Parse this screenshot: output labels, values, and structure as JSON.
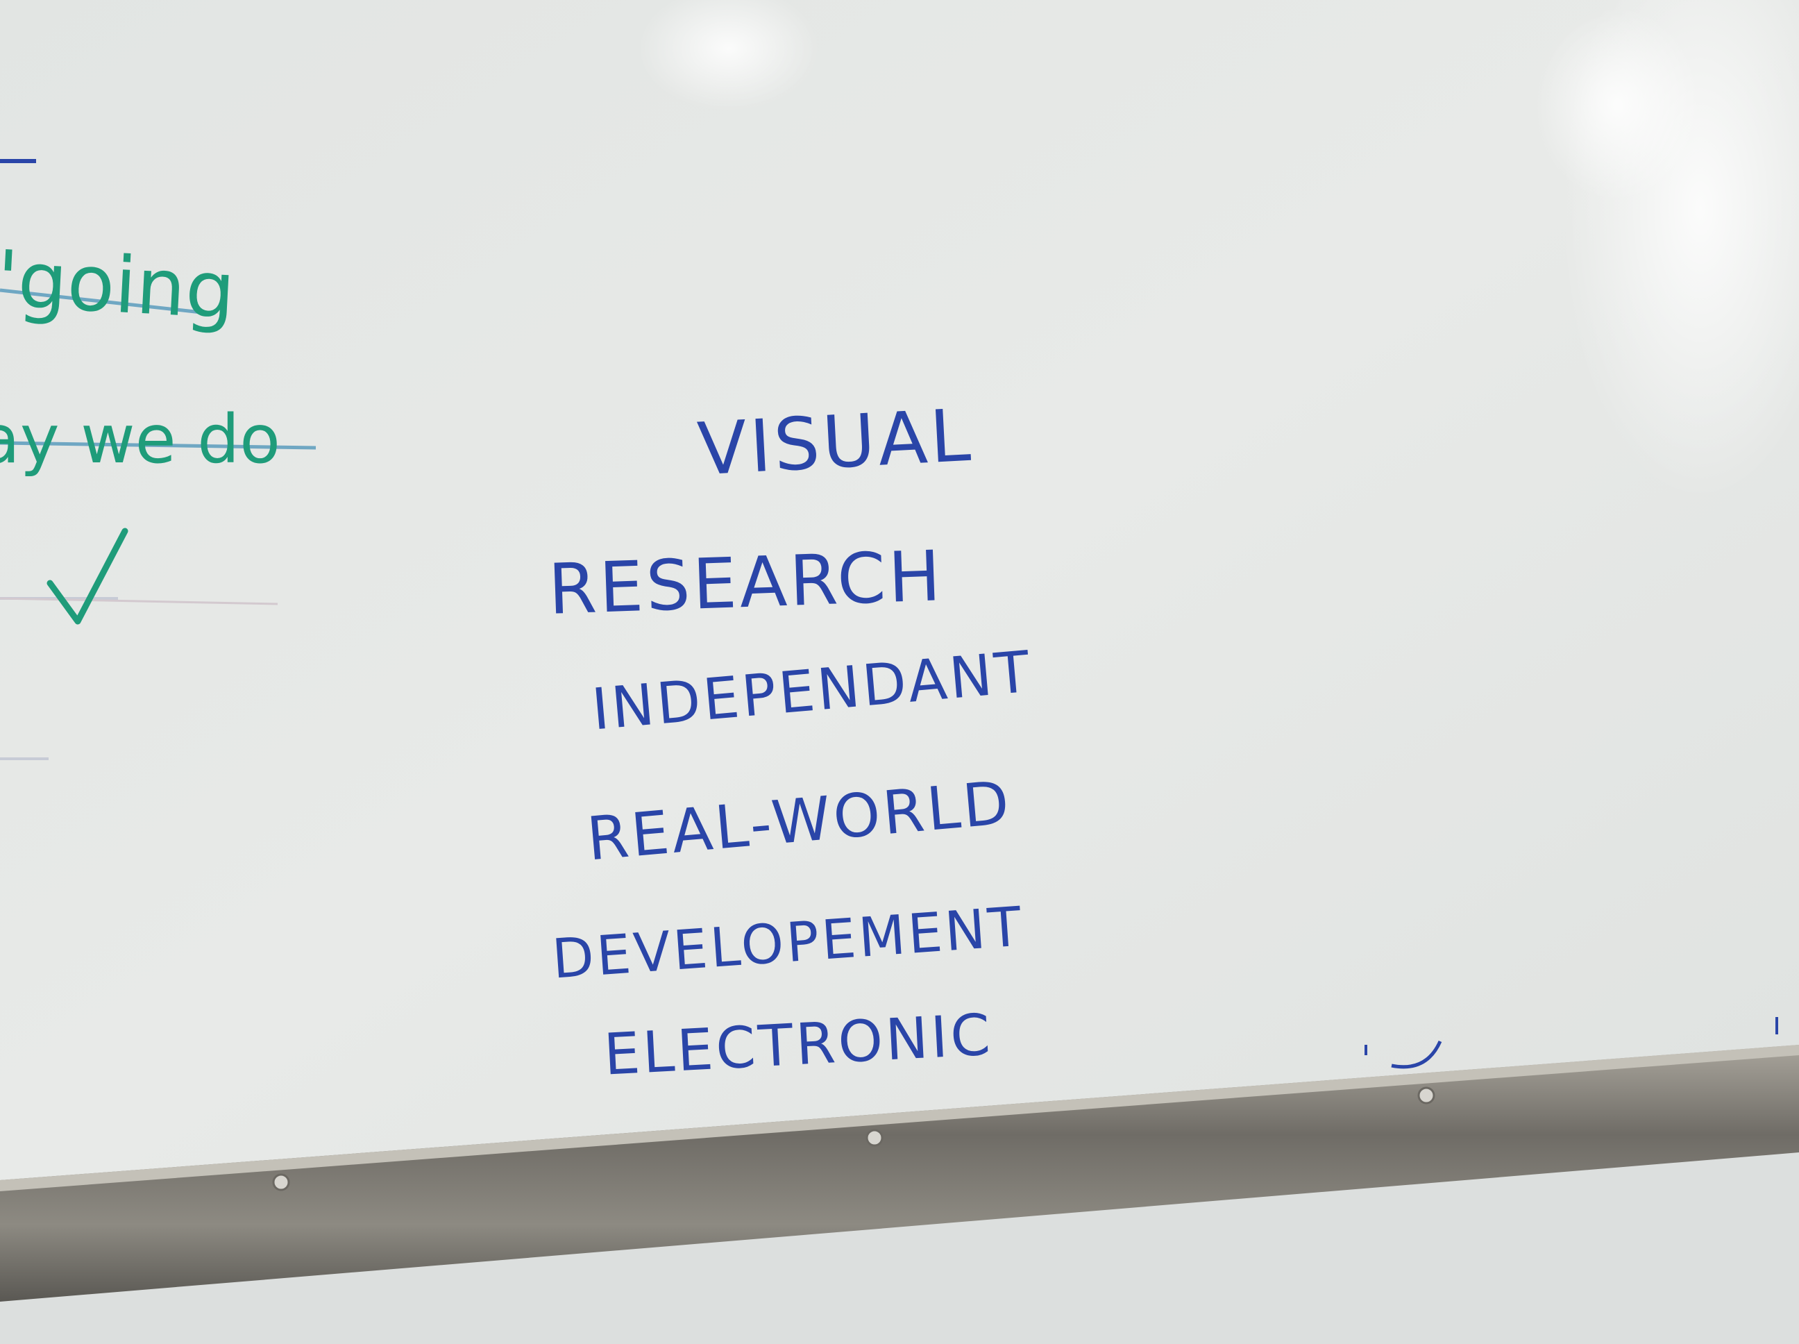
{
  "board": {
    "background_color": "#e6e8e6",
    "tray_color": "#7a7770",
    "wall_color": "#dcdfde"
  },
  "left_notes": {
    "color": "#1f9c7a",
    "line1": "'going",
    "line2": "ay we do",
    "check_mark": "✓"
  },
  "word_list": {
    "color": "#2a45a8",
    "words": [
      "VISUAL",
      "RESEARCH",
      "INDEPENDANT",
      "REAL-WORLD",
      "DEVELOPEMENT",
      "ELECTRONIC"
    ]
  }
}
